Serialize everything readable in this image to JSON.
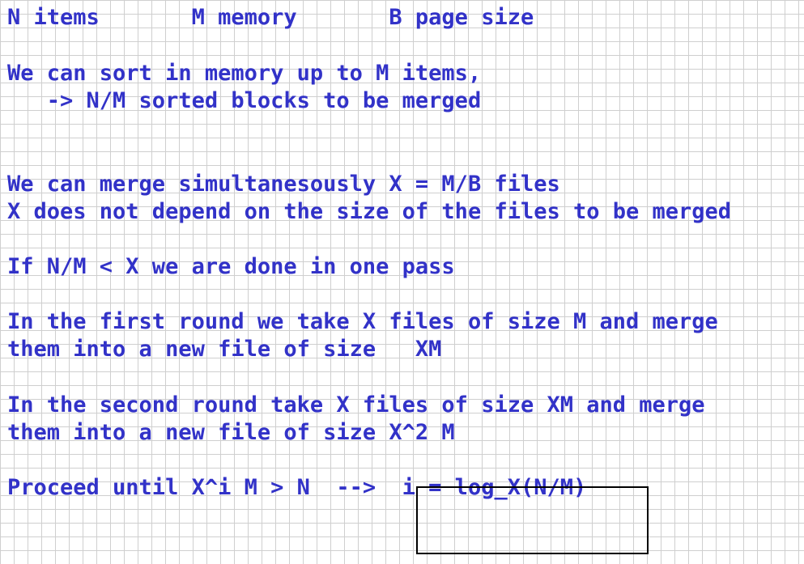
{
  "lines": [
    "N items       M memory       B page size",
    "We can sort in memory up to M items,",
    "   -> N/M sorted blocks to be merged",
    "We can merge simultanesously X = M/B files",
    "X does not depend on the size of the files to be merged",
    "If N/M < X we are done in one pass",
    "In the first round we take X files of size M and merge",
    "them into a new file of size   XM",
    "In the second round take X files of size XM and merge",
    "them into a new file of size X^2 M",
    "Proceed until X^i M > N  -->  i = log_X(N/M)"
  ],
  "colors": {
    "text": "#3232c8",
    "grid": "#cfcfcf",
    "box": "#000000"
  }
}
